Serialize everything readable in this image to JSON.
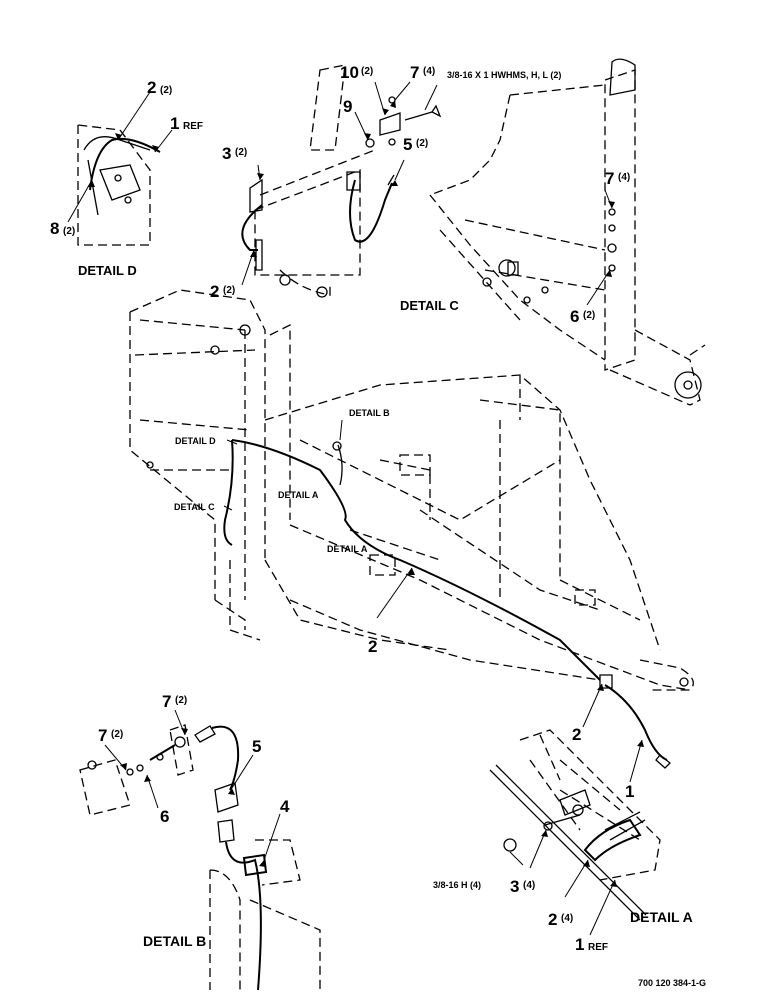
{
  "diagram": {
    "drawing_number": "700 120 384-1-G",
    "details": {
      "a": "DETAIL A",
      "b": "DETAIL B",
      "c": "DETAIL C",
      "d": "DETAIL D"
    },
    "main_view_callouts": {
      "detail_a_upper": "DETAIL A",
      "detail_a_lower": "DETAIL A",
      "detail_b": "DETAIL B",
      "detail_c": "DETAIL C",
      "detail_d": "DETAIL D"
    },
    "detail_d_callouts": [
      {
        "num": "2",
        "qty": "(2)"
      },
      {
        "num": "1",
        "qty": "REF"
      },
      {
        "num": "8",
        "qty": "(2)"
      }
    ],
    "detail_top_callouts": [
      {
        "num": "10",
        "qty": "(2)"
      },
      {
        "num": "7",
        "qty": "(4)"
      },
      {
        "num": "9",
        "qty": ""
      },
      {
        "num": "3",
        "qty": "(2)"
      },
      {
        "num": "5",
        "qty": "(2)"
      },
      {
        "num": "2",
        "qty": "(2)"
      }
    ],
    "hardware_note": "3/8-16 X 1 HWHMS, H, L (2)",
    "detail_c_callouts": [
      {
        "num": "7",
        "qty": "(4)"
      },
      {
        "num": "6",
        "qty": "(2)"
      }
    ],
    "main_callouts": [
      {
        "num": "2",
        "qty": ""
      },
      {
        "num": "2",
        "qty": ""
      },
      {
        "num": "1",
        "qty": ""
      }
    ],
    "detail_b_callouts": [
      {
        "num": "7",
        "qty": "(2)"
      },
      {
        "num": "7",
        "qty": "(2)"
      },
      {
        "num": "5",
        "qty": ""
      },
      {
        "num": "6",
        "qty": ""
      },
      {
        "num": "4",
        "qty": ""
      }
    ],
    "detail_a_callouts": [
      {
        "num": "3",
        "qty": "(4)"
      },
      {
        "num": "2",
        "qty": "(4)"
      },
      {
        "num": "1",
        "qty": "REF"
      }
    ],
    "detail_a_nut_note": "3/8-16 H (4)"
  }
}
